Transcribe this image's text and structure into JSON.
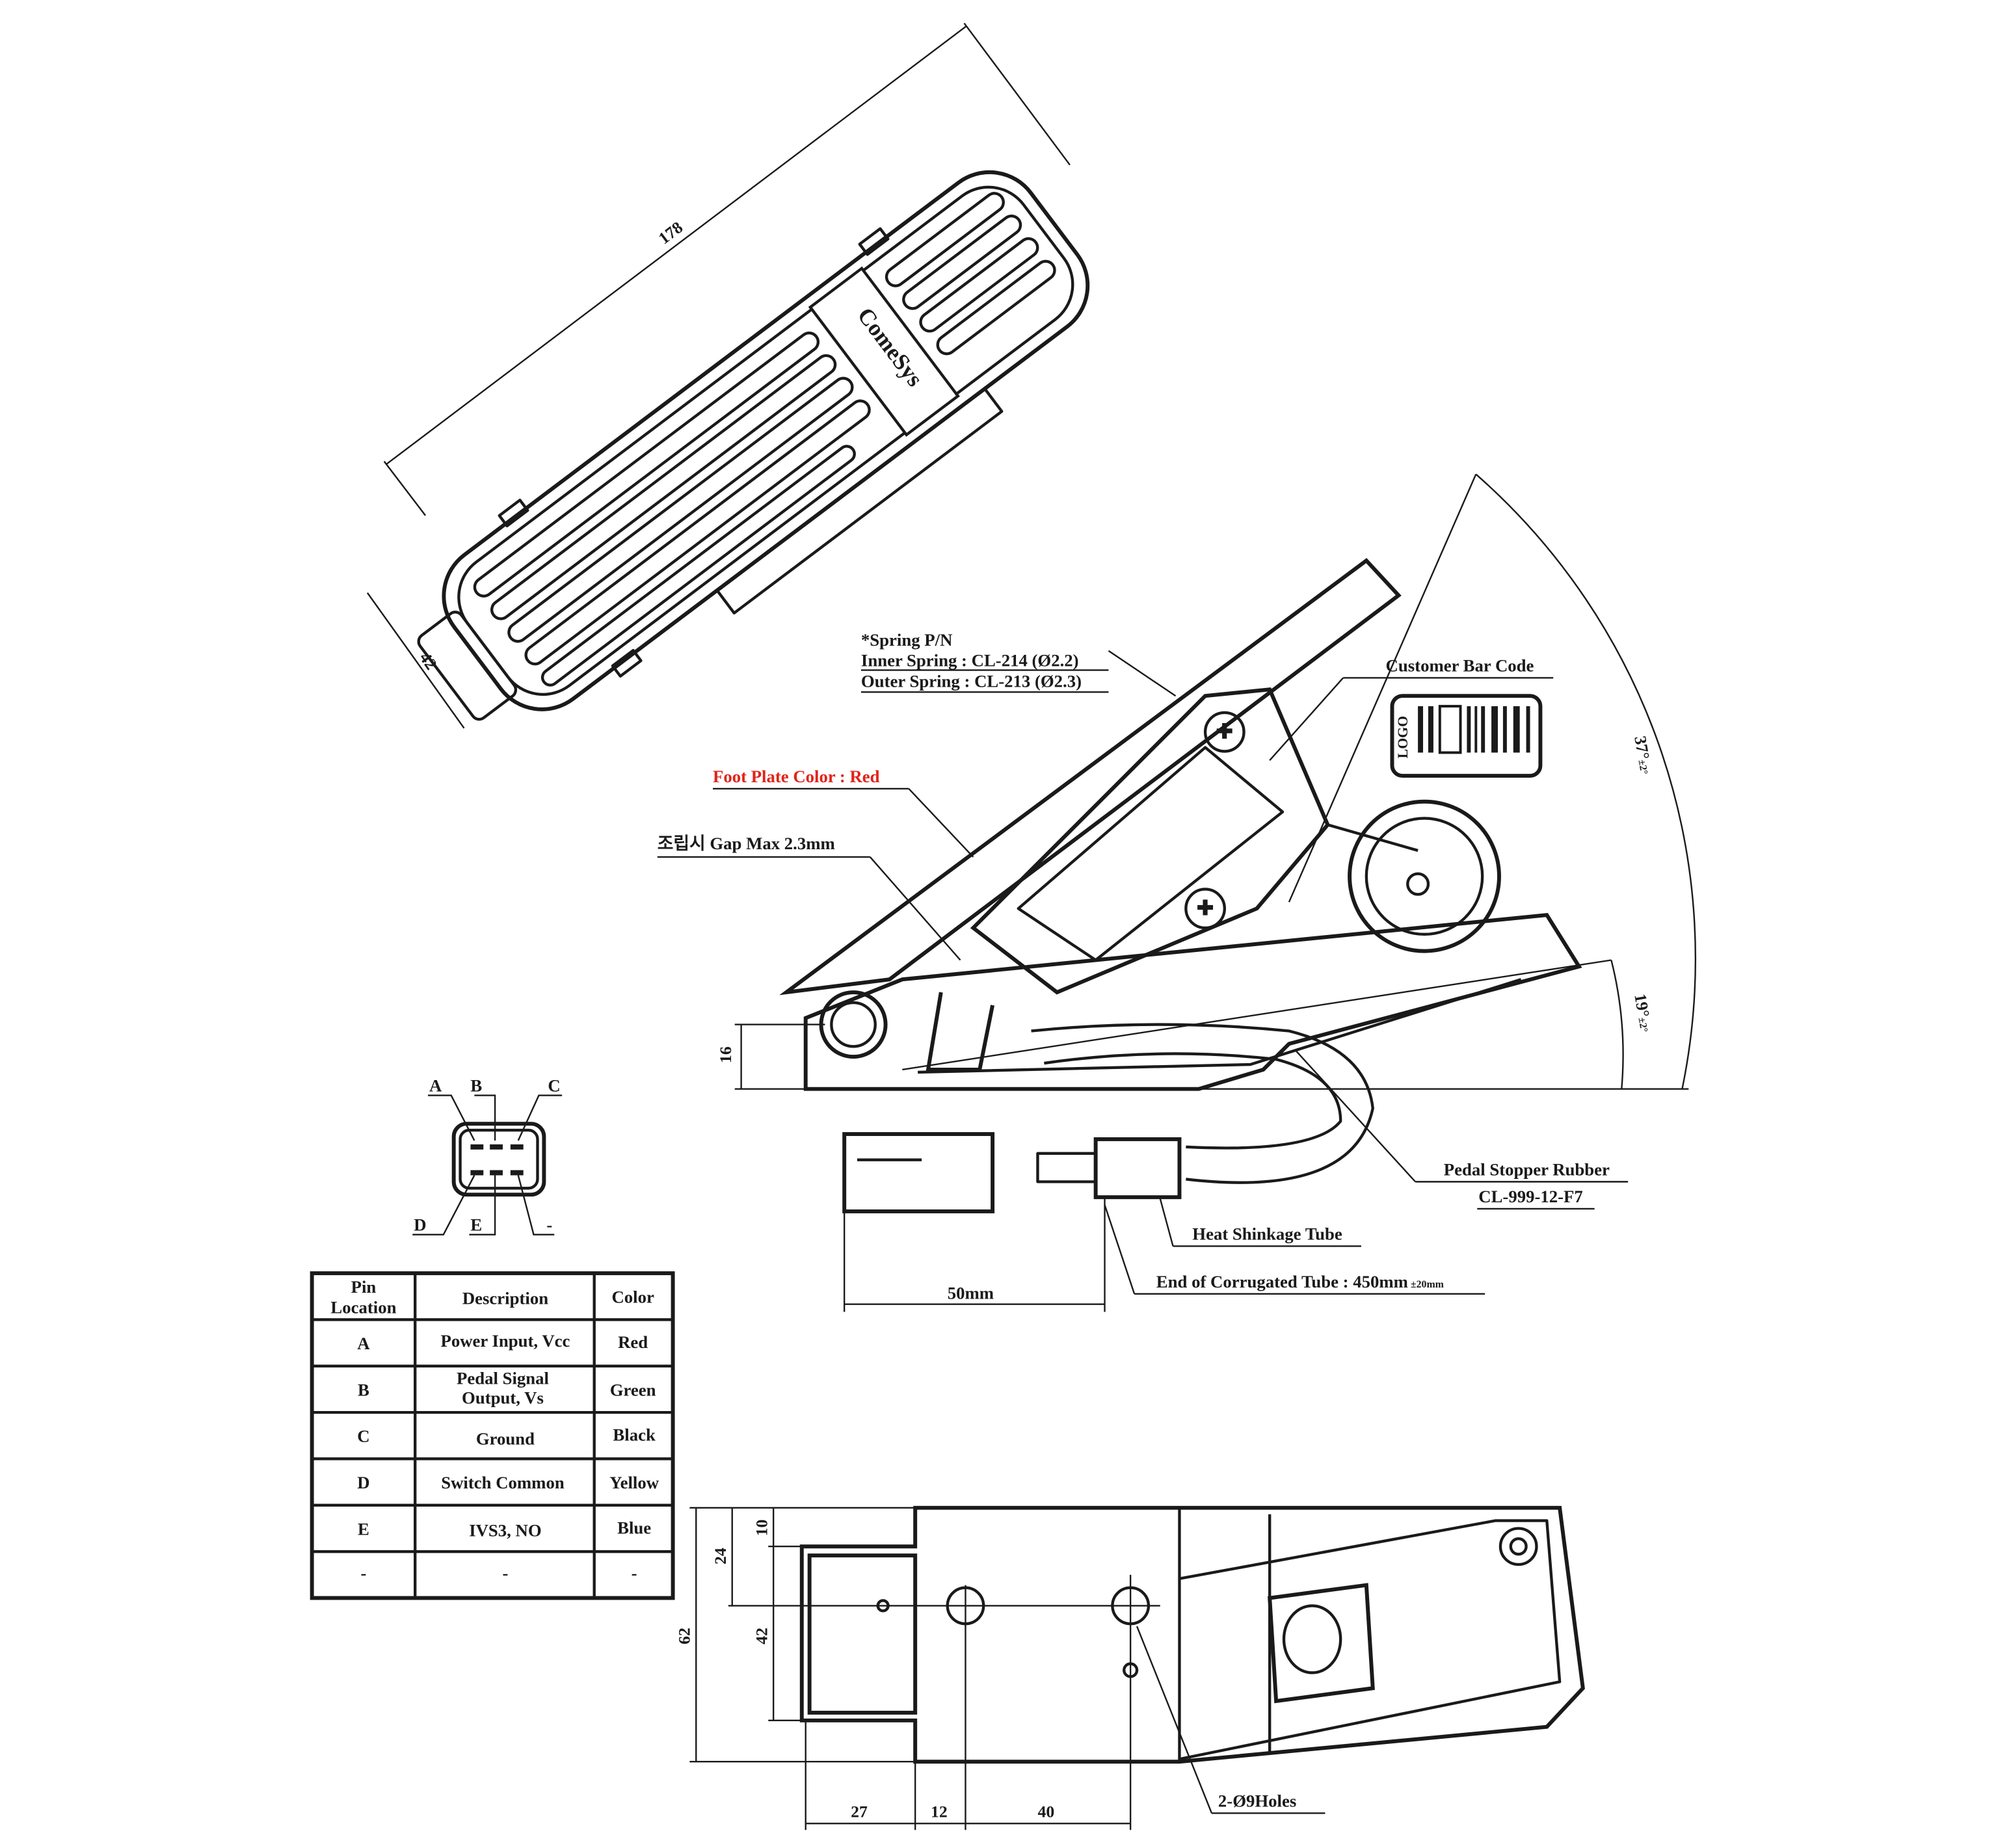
{
  "logo_text": "ComeSys",
  "barcode_label": {
    "logo": "LOGO"
  },
  "top_view": {
    "length_dim": "178",
    "width_dim": "42"
  },
  "side_view": {
    "spring_title": "*Spring P/N",
    "inner_spring": "Inner Spring : CL-214 (Ø2.2)",
    "outer_spring": "Outer Spring : CL-213 (Ø2.3)",
    "customer_bar_code": "Customer Bar Code",
    "foot_plate_color": "Foot Plate Color : Red",
    "gap_note": "조립시 Gap Max 2.3mm",
    "angle_max": "37°",
    "angle_max_tol": "±2°",
    "angle_min": "19°",
    "angle_min_tol": "±2°",
    "height_dim": "16",
    "pedal_stopper": "Pedal Stopper Rubber",
    "pedal_stopper_pn": "CL-999-12-F7",
    "heat_tube": "Heat Shinkage Tube",
    "corrugated_tube": "End of Corrugated Tube : 450mm",
    "corrugated_tol": "±20mm",
    "connector_dim": "50mm"
  },
  "connector_pins": {
    "a": "A",
    "b": "B",
    "c": "C",
    "d": "D",
    "e": "E",
    "f": "-"
  },
  "pin_table": {
    "headers": [
      "Pin Location",
      "Description",
      "Color"
    ],
    "header_pin_l1": "Pin",
    "header_pin_l2": "Location",
    "rows": [
      {
        "pin": "A",
        "desc": "Power Input, Vcc",
        "color": "Red"
      },
      {
        "pin": "B",
        "desc_l1": "Pedal Signal",
        "desc_l2": "Output, Vs",
        "color": "Green"
      },
      {
        "pin": "C",
        "desc": "Ground",
        "color": "Black"
      },
      {
        "pin": "D",
        "desc": "Switch Common",
        "color": "Yellow"
      },
      {
        "pin": "E",
        "desc": "IVS3, NO",
        "color": "Blue"
      },
      {
        "pin": "-",
        "desc": "-",
        "color": "-"
      }
    ]
  },
  "bottom_view": {
    "dim_10": "10",
    "dim_24": "24",
    "dim_62": "62",
    "dim_42": "42",
    "dim_27": "27",
    "dim_12": "12",
    "dim_40": "40",
    "holes": "2-Ø9Holes"
  },
  "colors": {
    "ink": "#1a1a1a",
    "accent_red": "#e0241b"
  }
}
